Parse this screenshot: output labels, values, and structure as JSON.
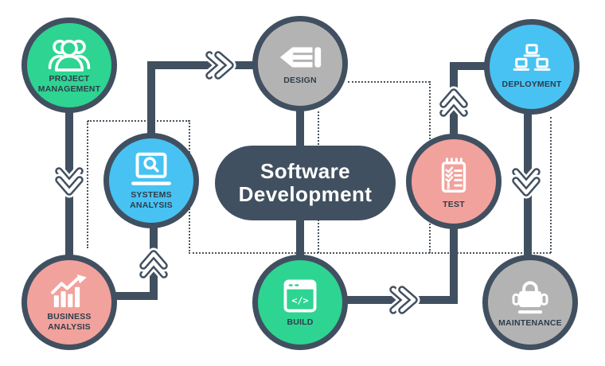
{
  "diagram": {
    "center": {
      "title": "Software\nDevelopment"
    },
    "code_glyph": "</>",
    "nodes": [
      {
        "id": "project-management",
        "label": "PROJECT\nMANAGEMENT",
        "icon": "people-group-icon",
        "fill": "#2ED491"
      },
      {
        "id": "systems-analysis",
        "label": "SYSTEMS\nANALYSIS",
        "icon": "laptop-search-icon",
        "fill": "#47C2F3"
      },
      {
        "id": "business-analysis",
        "label": "BUSINESS\nANALYSIS",
        "icon": "growth-chart-icon",
        "fill": "#F1A29C"
      },
      {
        "id": "design",
        "label": "DESIGN",
        "icon": "pencil-icon",
        "fill": "#B4B3B3"
      },
      {
        "id": "build",
        "label": "BUILD",
        "icon": "code-window-icon",
        "fill": "#2ED491"
      },
      {
        "id": "test",
        "label": "TEST",
        "icon": "checklist-icon",
        "fill": "#F1A29C"
      },
      {
        "id": "deployment",
        "label": "DEPLOYMENT",
        "icon": "network-computers-icon",
        "fill": "#47C2F3"
      },
      {
        "id": "maintenance",
        "label": "MAINTENANCE",
        "icon": "toolbox-icon",
        "fill": "#B4B3B3"
      }
    ],
    "connections": [
      {
        "from": "project-management",
        "to": "business-analysis",
        "style": "solid",
        "arrow": "down-double-chevron"
      },
      {
        "from": "business-analysis",
        "to": "systems-analysis",
        "style": "solid",
        "arrow": "up-double-chevron"
      },
      {
        "from": "systems-analysis",
        "to": "design",
        "style": "solid",
        "arrow": "right-double-chevron"
      },
      {
        "from": "design",
        "to": "center",
        "style": "solid",
        "arrow": "none"
      },
      {
        "from": "center",
        "to": "build",
        "style": "solid",
        "arrow": "none"
      },
      {
        "from": "build",
        "to": "test",
        "style": "solid",
        "arrow": "right-double-chevron"
      },
      {
        "from": "test",
        "to": "deployment",
        "style": "solid",
        "arrow": "up-double-chevron"
      },
      {
        "from": "deployment",
        "to": "maintenance",
        "style": "solid",
        "arrow": "down-double-chevron"
      },
      {
        "from": "systems-analysis",
        "to": "design",
        "style": "dotted",
        "arrow": "none"
      },
      {
        "from": "design",
        "to": "maintenance",
        "style": "dotted",
        "arrow": "none"
      }
    ],
    "colors": {
      "green": "#2ED491",
      "blue": "#47C2F3",
      "pink": "#F1A29C",
      "gray": "#B4B3B3",
      "dark_slate": "#415060",
      "label_text": "#2E3D4B",
      "background": "#FFFFFF"
    }
  }
}
